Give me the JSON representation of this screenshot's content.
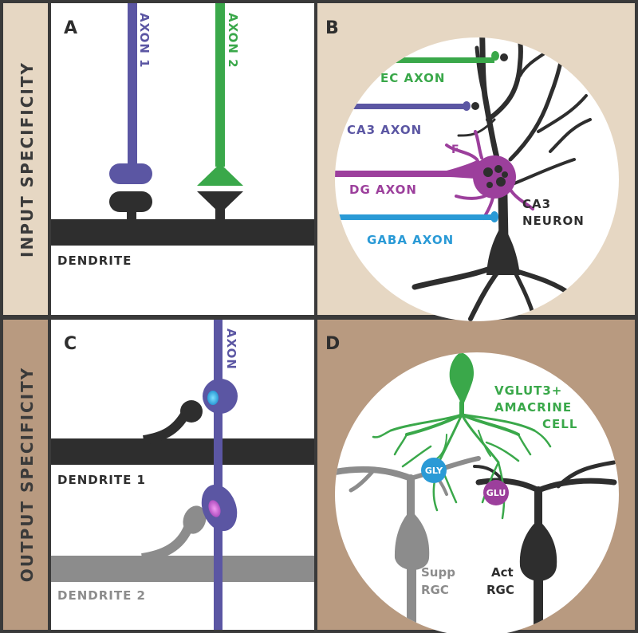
{
  "colors": {
    "border": "#3a3a3a",
    "input_bg": "#e6d7c3",
    "output_bg": "#b89a80",
    "dark": "#2e2e2e",
    "gray": "#8c8c8c",
    "purple": "#5b56a3",
    "green": "#3aa84a",
    "magenta": "#9c3f9c",
    "blue": "#2a9ad6"
  },
  "row_labels": {
    "input": "INPUT SPECIFICITY",
    "output": "OUTPUT SPECIFICITY"
  },
  "panels": {
    "a": {
      "letter": "A",
      "axon1": "AXON 1",
      "axon2": "AXON 2",
      "dendrite": "DENDRITE"
    },
    "b": {
      "letter": "B",
      "ec_axon": "EC AXON",
      "ca3_axon": "CA3 AXON",
      "dg_axon": "DG AXON",
      "gaba_axon": "GABA AXON",
      "f_label": "F",
      "neuron_line1": "CA3",
      "neuron_line2": "NEURON"
    },
    "c": {
      "letter": "C",
      "axon": "AXON",
      "dendrite1": "DENDRITE 1",
      "dendrite2": "DENDRITE 2"
    },
    "d": {
      "letter": "D",
      "amacrine_line1": "VGLUT3+",
      "amacrine_line2": "AMACRINE",
      "amacrine_line3": "CELL",
      "gly": "GLY",
      "glu": "GLU",
      "supp_line1": "Supp",
      "supp_line2": "RGC",
      "act_line1": "Act",
      "act_line2": "RGC"
    }
  }
}
